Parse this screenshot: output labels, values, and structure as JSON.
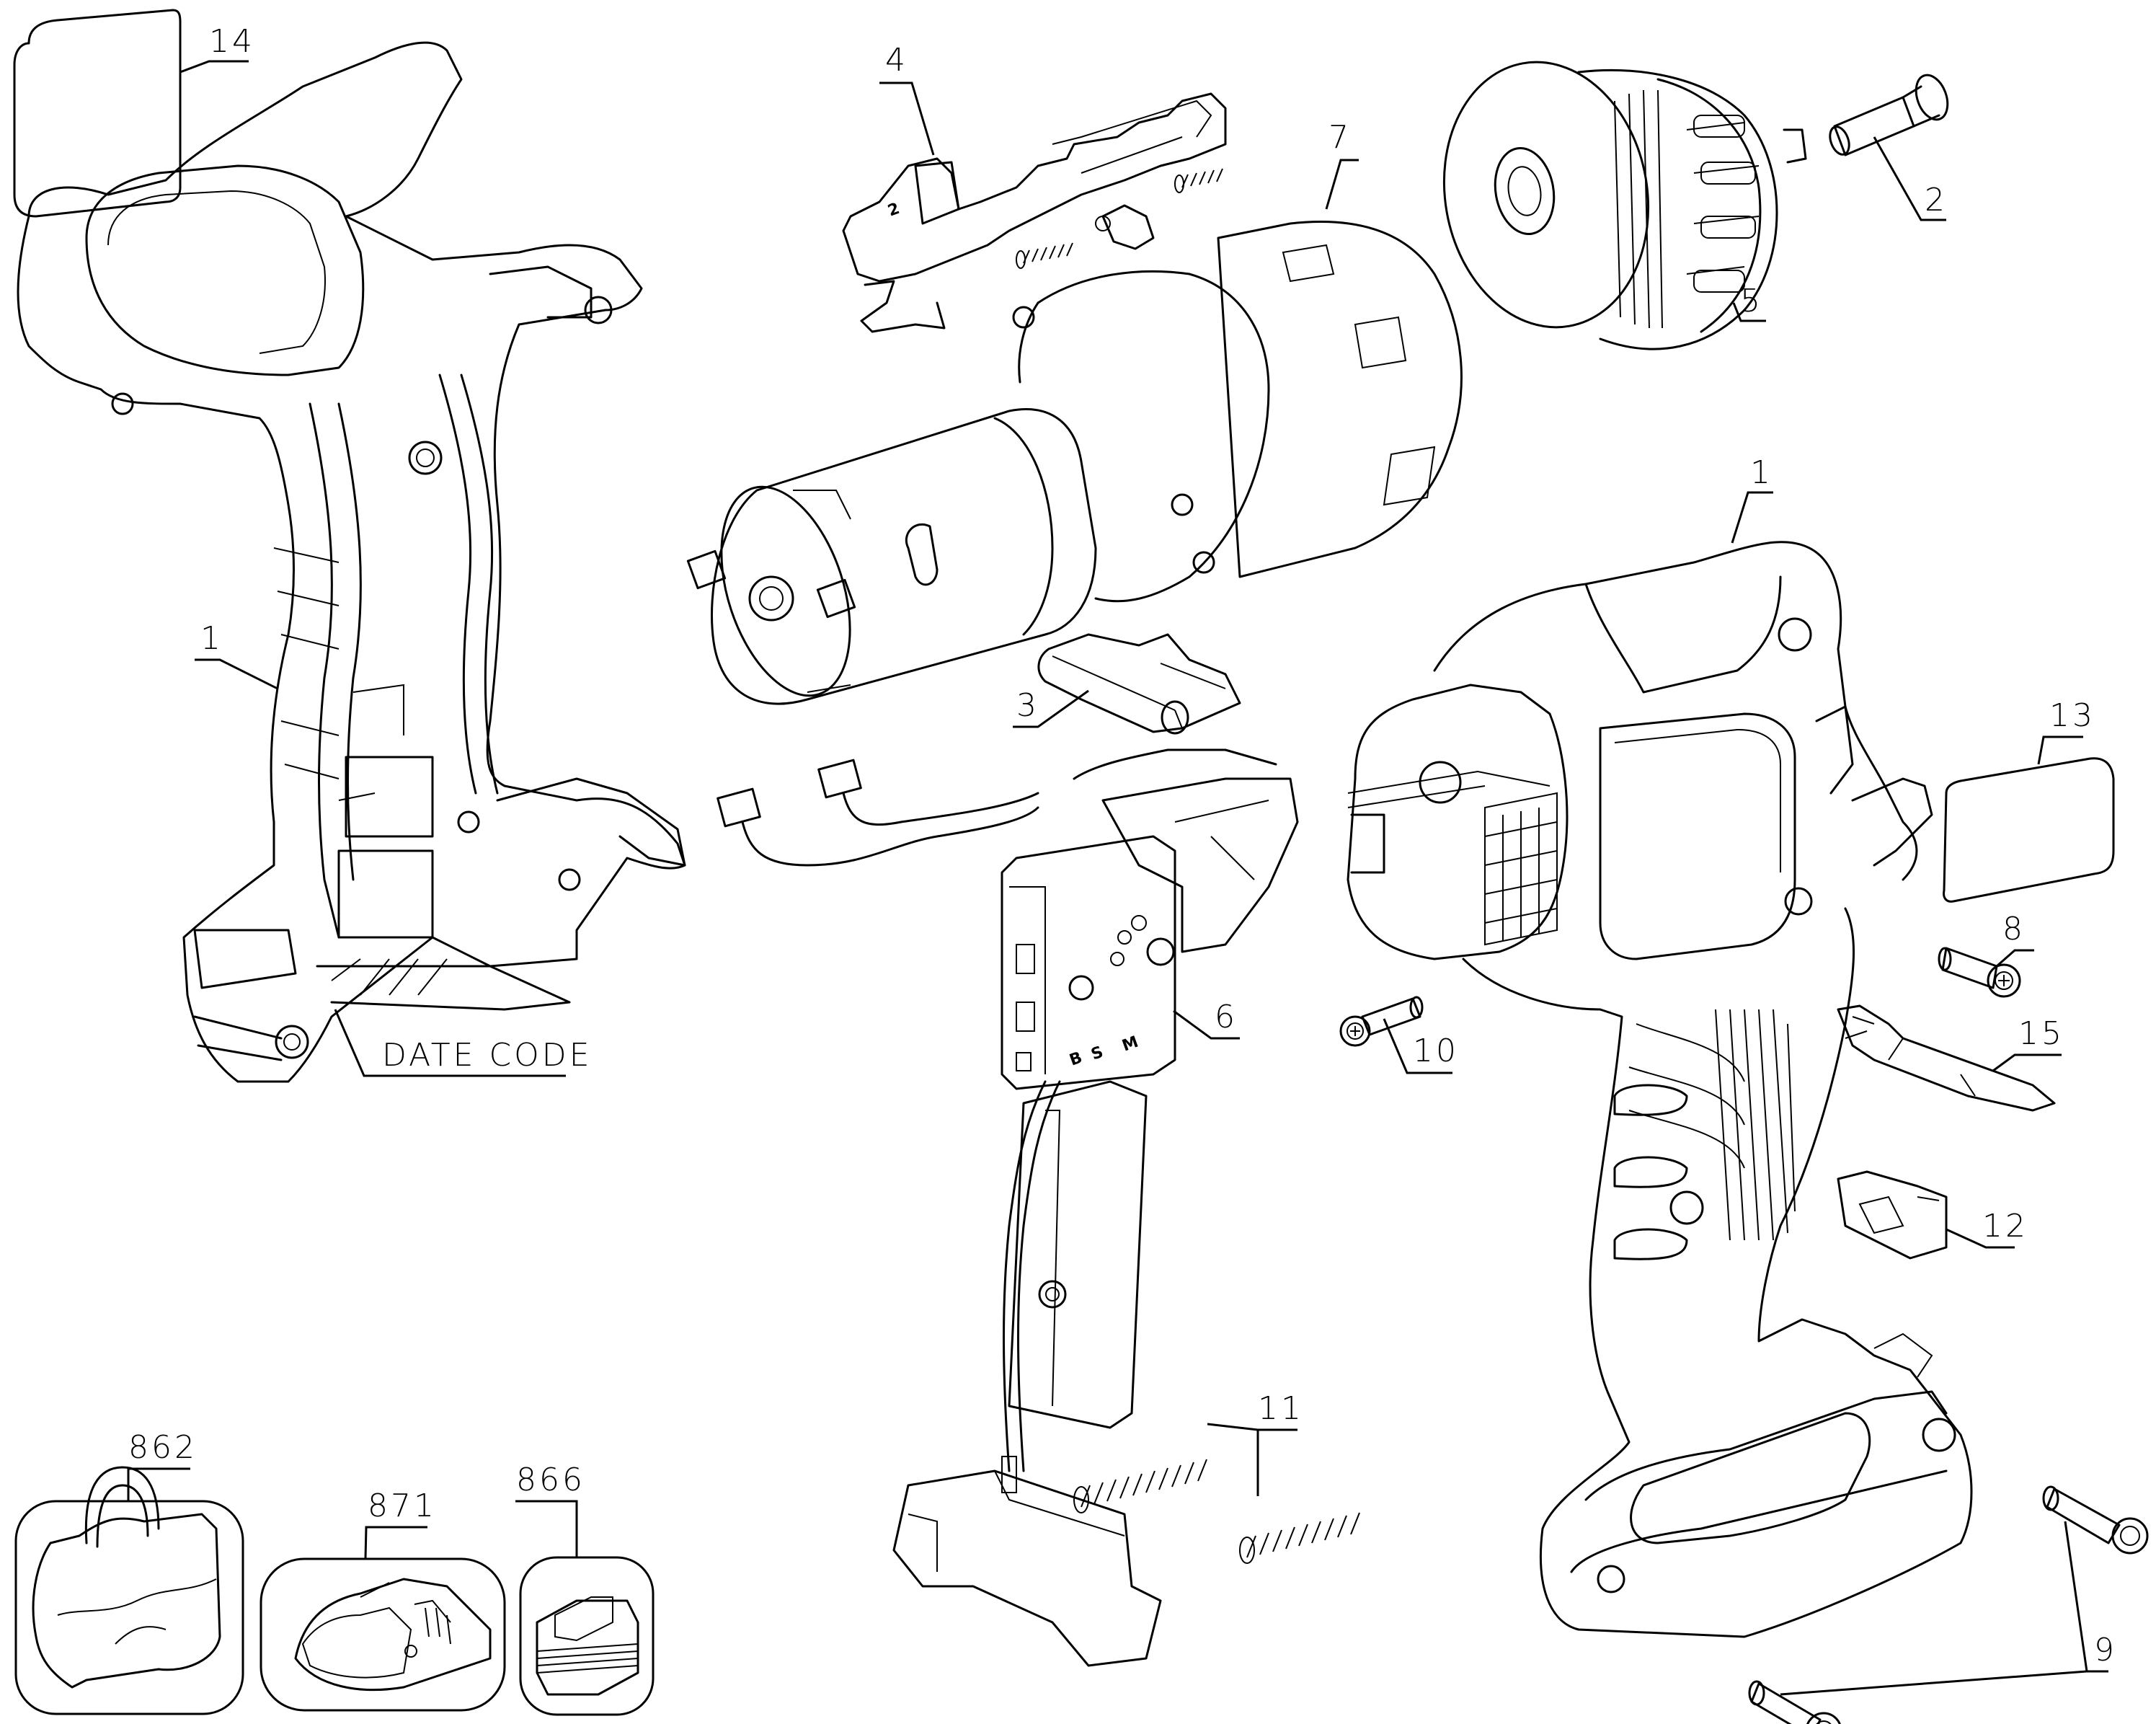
{
  "diagram": {
    "type": "exploded-parts-diagram",
    "subject": "cordless drill/driver",
    "callouts": [
      {
        "id": "c14",
        "label": "14",
        "part": "label-left"
      },
      {
        "id": "c4",
        "label": "4",
        "part": "shifter-button"
      },
      {
        "id": "c7",
        "label": "7",
        "part": "motor-gearbox-assembly"
      },
      {
        "id": "c5",
        "label": "5",
        "part": "chuck"
      },
      {
        "id": "c2",
        "label": "2",
        "part": "chuck-screw"
      },
      {
        "id": "c1a",
        "label": "1",
        "part": "housing-left"
      },
      {
        "id": "c1b",
        "label": "1",
        "part": "housing-right"
      },
      {
        "id": "c3",
        "label": "3",
        "part": "forward-reverse-button"
      },
      {
        "id": "c13",
        "label": "13",
        "part": "label-right"
      },
      {
        "id": "c8",
        "label": "8",
        "part": "screw"
      },
      {
        "id": "c6",
        "label": "6",
        "part": "switch"
      },
      {
        "id": "c10",
        "label": "10",
        "part": "screw"
      },
      {
        "id": "c15",
        "label": "15",
        "part": "screwdriver-bit"
      },
      {
        "id": "c12",
        "label": "12",
        "part": "bit-clip"
      },
      {
        "id": "c11",
        "label": "11",
        "part": "terminal-springs"
      },
      {
        "id": "c9",
        "label": "9",
        "part": "screws"
      },
      {
        "id": "c862",
        "label": "862",
        "part": "tool-bag"
      },
      {
        "id": "c871",
        "label": "871",
        "part": "charger"
      },
      {
        "id": "c866",
        "label": "866",
        "part": "battery-pack"
      }
    ],
    "annotations": {
      "date_code": "DATE CODE",
      "switch_marks": [
        "B",
        "S",
        "M"
      ],
      "shifter_mark": "2"
    }
  }
}
